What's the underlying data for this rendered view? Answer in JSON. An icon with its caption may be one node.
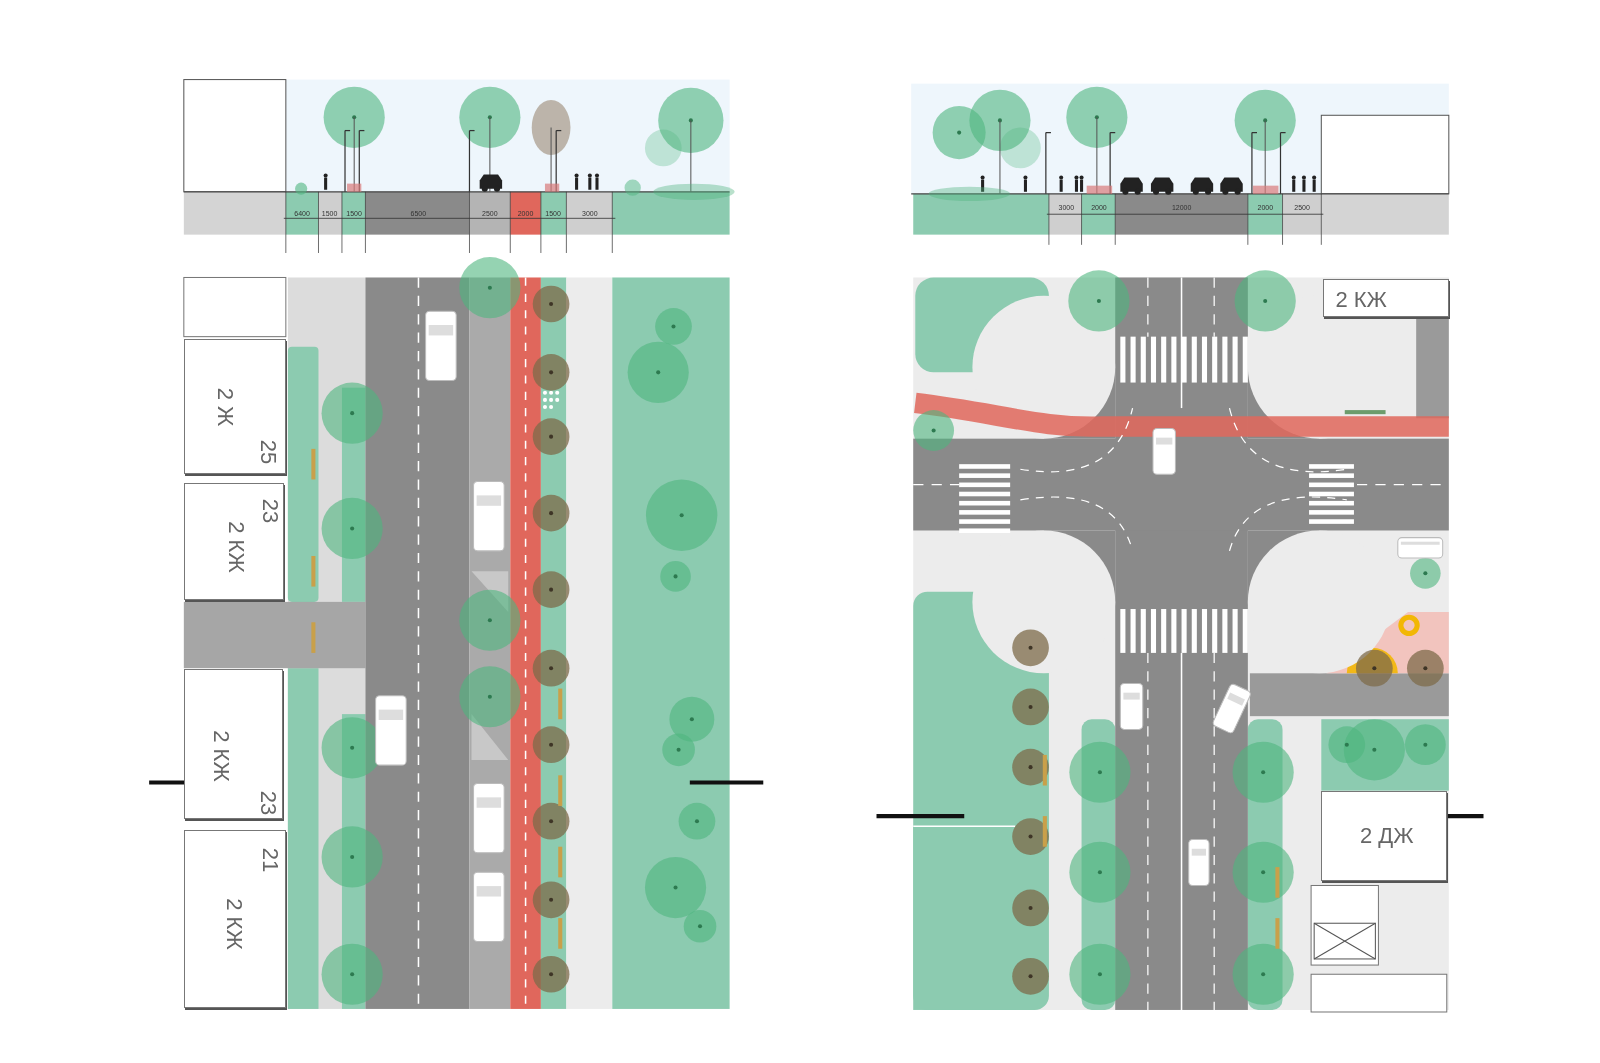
{
  "diagram": {
    "nodes": [
      {
        "text": [
          "2 Ж",
          "25"
        ]
      },
      {
        "text": [
          "23",
          "2 КЖ"
        ]
      },
      {
        "text": [
          "2 КЖ",
          "23"
        ]
      },
      {
        "text": [
          "21",
          "2 КЖ"
        ]
      },
      {
        "text": [
          "2 КЖ"
        ]
      },
      {
        "text": [
          "2 ДЖ"
        ]
      }
    ],
    "labels": [
      "6400",
      "1500",
      "1500",
      "6500",
      "2500",
      "2000",
      "1500",
      "3000",
      "3000",
      "2000",
      "12000",
      "2000",
      "2500"
    ]
  }
}
